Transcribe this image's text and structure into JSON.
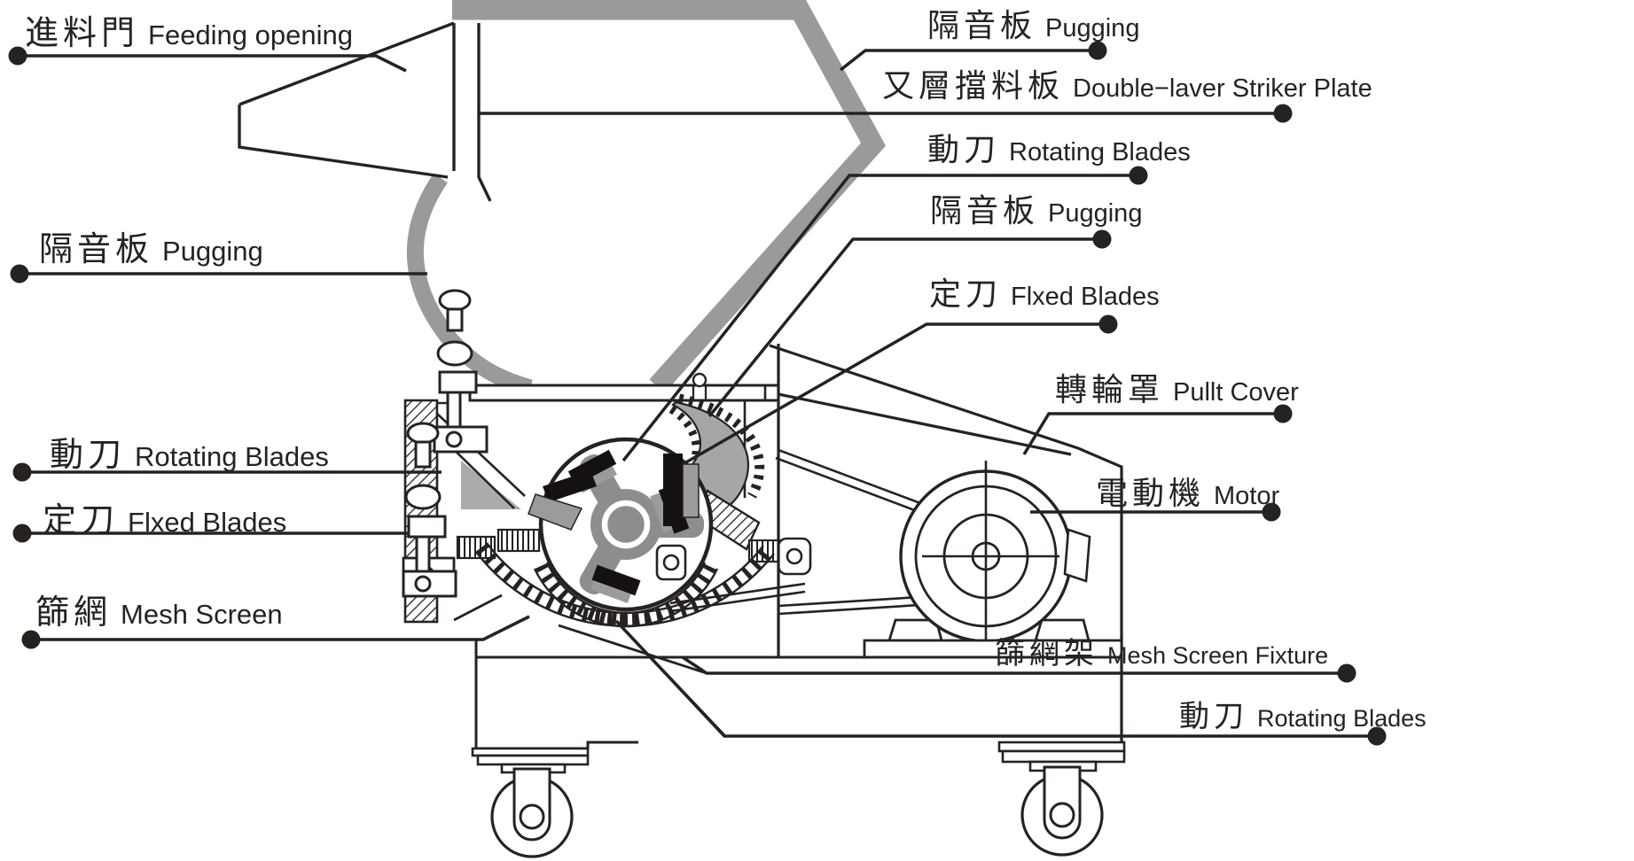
{
  "diagram": {
    "type": "machine-cutaway-diagram",
    "subject": "plastic crusher / granulator side cutaway",
    "labels": [
      {
        "id": "feeding-opening",
        "zh": "進料門",
        "en": "Feeding opening"
      },
      {
        "id": "pugging-left",
        "zh": "隔音板",
        "en": "Pugging"
      },
      {
        "id": "rotating-blades-left",
        "zh": "動刀",
        "en": "Rotating Blades"
      },
      {
        "id": "fixed-blades-left",
        "zh": "定刀",
        "en": "Flxed Blades"
      },
      {
        "id": "mesh-screen",
        "zh": "篩網",
        "en": "Mesh Screen"
      },
      {
        "id": "pugging-top",
        "zh": "隔音板",
        "en": "Pugging"
      },
      {
        "id": "striker-plate",
        "zh": "又層擋料板",
        "en": "Double−laver Striker Plate"
      },
      {
        "id": "rotating-blades-top",
        "zh": "動刀",
        "en": "Rotating Blades"
      },
      {
        "id": "pugging-mid",
        "zh": "隔音板",
        "en": "Pugging"
      },
      {
        "id": "fixed-blades-right",
        "zh": "定刀",
        "en": "Flxed Blades"
      },
      {
        "id": "pulley-cover",
        "zh": "轉輪罩",
        "en": "Pullt Cover"
      },
      {
        "id": "motor",
        "zh": "電動機",
        "en": "Motor"
      },
      {
        "id": "mesh-screen-fixture",
        "zh": "篩網架",
        "en": "Mesh Screen Fixture"
      },
      {
        "id": "rotating-blades-bottom",
        "zh": "動刀",
        "en": "Rotating Blades"
      }
    ],
    "colors": {
      "line": "#262220",
      "duct_gray": "#9a9a9a",
      "rotor_gray": "#8d8d8d",
      "inlet_gray": "#a6a6a6",
      "funnel_gray": "#ababab",
      "background": "#ffffff"
    }
  }
}
